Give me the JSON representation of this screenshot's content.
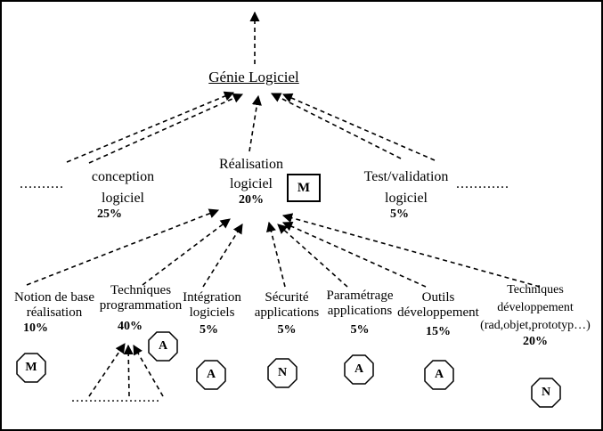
{
  "diagram": {
    "root": {
      "label": "Génie  Logiciel"
    },
    "level1": [
      {
        "id": "conception",
        "lines": [
          "conception",
          "logiciel"
        ],
        "percent": "25%"
      },
      {
        "id": "realisation",
        "lines": [
          "Réalisation",
          "logiciel"
        ],
        "percent": "20%",
        "badge": "M"
      },
      {
        "id": "test",
        "lines": [
          "Test/validation",
          "logiciel"
        ],
        "percent": "5%"
      }
    ],
    "level1_ellipses": {
      "left": "..........",
      "right": "............"
    },
    "level2": [
      {
        "id": "notion",
        "lines": [
          "Notion de base",
          "réalisation"
        ],
        "percent": "10%",
        "badge": "M"
      },
      {
        "id": "techprog",
        "lines": [
          "Techniques",
          "programmation"
        ],
        "percent": "40%",
        "badge": "A"
      },
      {
        "id": "integration",
        "lines": [
          "Intégration",
          "logiciels"
        ],
        "percent": "5%",
        "badge": "A"
      },
      {
        "id": "securite",
        "lines": [
          "Sécurité",
          "applications"
        ],
        "percent": "5%",
        "badge": "N"
      },
      {
        "id": "parametrage",
        "lines": [
          "Paramétrage",
          "applications"
        ],
        "percent": "5%",
        "badge": "A"
      },
      {
        "id": "outils",
        "lines": [
          "Outils",
          "développement"
        ],
        "percent": "15%",
        "badge": "A"
      },
      {
        "id": "techdev",
        "lines": [
          "Techniques",
          "développement",
          "(rad,objet,prototyp…)"
        ],
        "percent": "20%",
        "badge": "N"
      }
    ],
    "level3_ellipsis": "...................."
  }
}
